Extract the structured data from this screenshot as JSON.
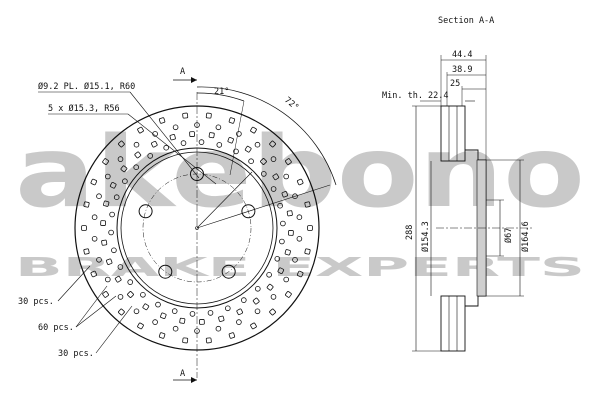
{
  "drawing": {
    "section_title": "Section A-A",
    "section_mark_top": "A",
    "section_mark_bottom": "A",
    "hole_spec_pcd": "Ø9.2 PL. Ø15.1, R60",
    "hole_spec_bolts": "5 x Ø15.3, R56",
    "angle_small": "21°",
    "angle_large": "72°",
    "min_thickness": "Min. th. 22.4",
    "dim_width_total": "44.4",
    "dim_width_2": "38.9",
    "dim_width_3": "25",
    "dim_outer_diameter": "288",
    "dim_inner_diameter": "Ø154.3",
    "dim_center_bore": "Ø67",
    "dim_hat_diameter": "Ø164.6",
    "count_outer_row": "30 pcs.",
    "count_middle_rows": "60 pcs.",
    "count_inner_row": "30 pcs."
  },
  "watermark": {
    "brand": "akebono",
    "tagline": "BRAKE EXPERTS"
  },
  "colors": {
    "line": "#111111",
    "watermark": "#c9c9c9",
    "background": "#ffffff"
  }
}
